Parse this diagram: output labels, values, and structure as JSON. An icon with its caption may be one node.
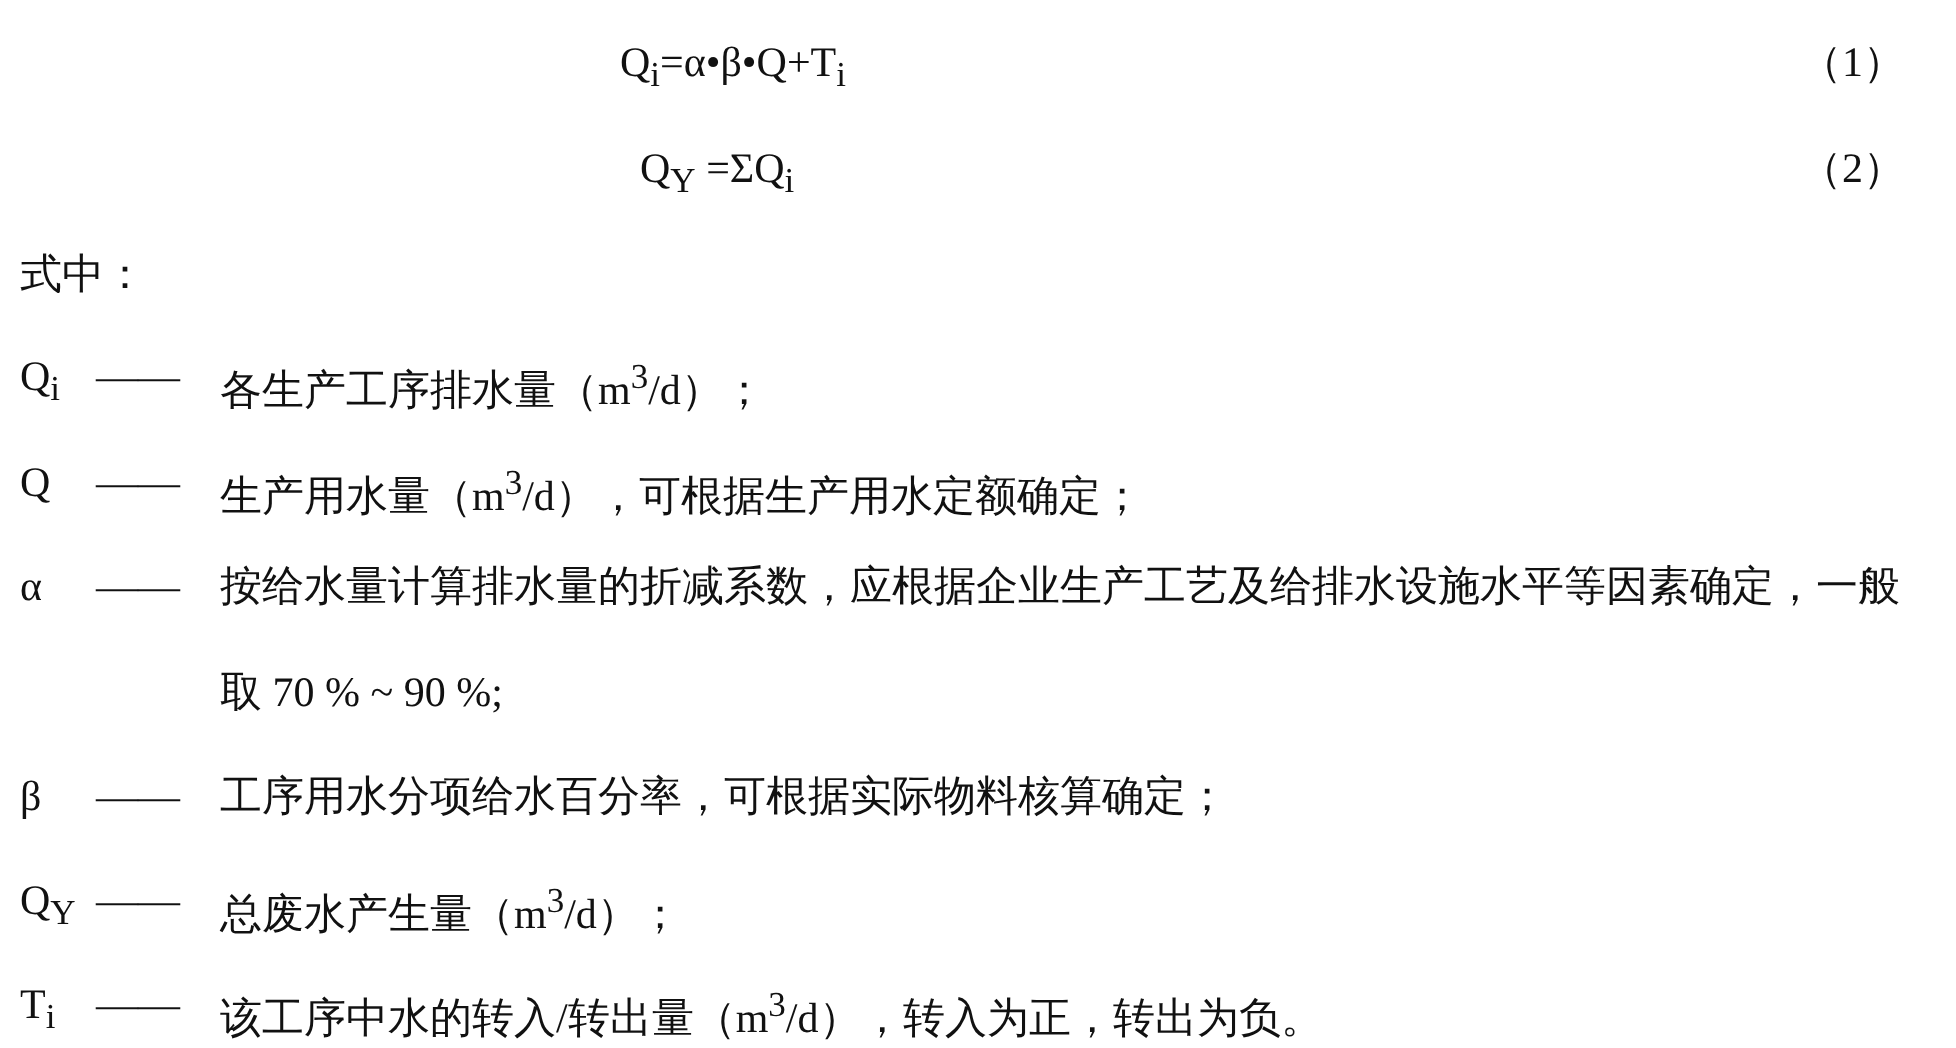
{
  "diagram": {
    "labels": [
      "Q$_{i}$=α•β•Q+T$_{i}$",
      "（1）",
      "Q$_{Y}$ =ΣQ$_{i}$",
      "（2）",
      "式中：",
      "Q$_{i}$",
      "——",
      "各生产工序排水量（m$^{3}$/d）；",
      "Q",
      "——",
      "生产用水量（m$^{3}$/d），可根据生产用水定额确定；",
      "α",
      "——",
      "按给水量计算排水量的折减系数，应根据企业生产工艺及给排水设施水平等因素确定，一般取 70 % ~ 90 %;",
      "β",
      "——",
      "工序用水分项给水百分率，可根据实际物料核算确定；",
      "Q$_{Y}$",
      "——",
      "总废水产生量（m$^{3}$/d）；",
      "T$_{i}$",
      "——",
      "该工序中水的转入/转出量（m$^{3}$/d），转入为正，转出为负。"
    ]
  }
}
